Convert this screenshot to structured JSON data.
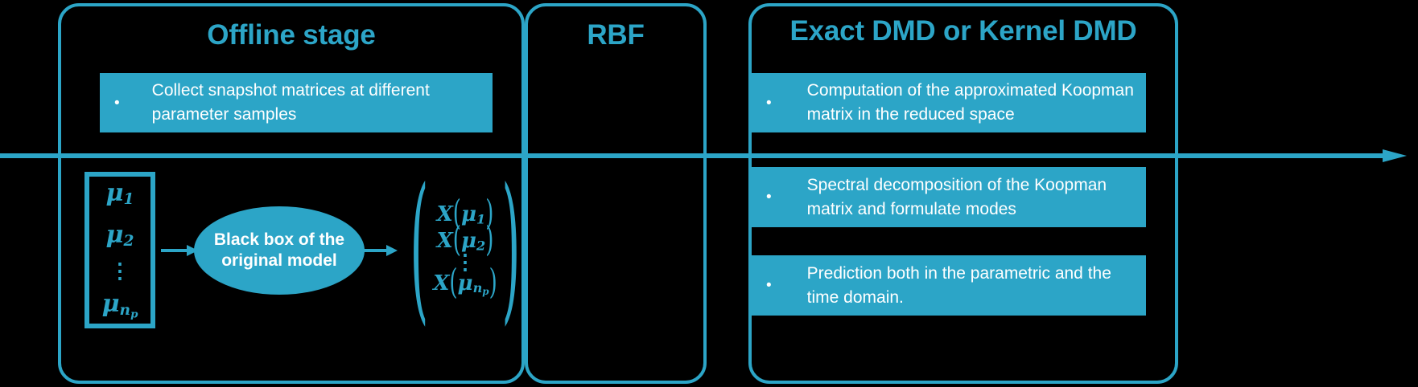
{
  "theme": {
    "background": "#000000",
    "accent": "#2ca5c7",
    "text_on_accent": "#ffffff"
  },
  "timeline": {
    "name": "stage-timeline-arrow",
    "direction": "left-to-right"
  },
  "panels": [
    {
      "id": "offline",
      "title": "Offline stage",
      "bullets": [
        "Collect snapshot matrices at different parameter samples"
      ]
    },
    {
      "id": "rbf",
      "title": "RBF",
      "bullets": []
    },
    {
      "id": "dmd",
      "title": "Exact DMD or Kernel DMD",
      "bullets": [
        "Computation of the approximated Koopman matrix in the reduced space",
        "Spectral decomposition of the Koopman matrix and formulate modes",
        "Prediction both in the parametric and the time domain."
      ]
    }
  ],
  "bullet_marker": "•",
  "pipeline": {
    "parameter_vector": {
      "label": "parameter-sample-vector",
      "entries": [
        "μ",
        "μ",
        "⋮",
        "μ"
      ],
      "subscripts": [
        "1",
        "2",
        "",
        "n"
      ],
      "sub_subscripts": [
        "",
        "",
        "",
        "p"
      ],
      "vdots": "⋮"
    },
    "black_box": {
      "label": "Black box of the original model"
    },
    "snapshot_matrix": {
      "label": "snapshot-matrix-vector",
      "open_paren": "(",
      "close_paren": ")",
      "rows": [
        {
          "fn": "X",
          "arg": "μ",
          "sub": "1",
          "subsub": ""
        },
        {
          "fn": "X",
          "arg": "μ",
          "sub": "2",
          "subsub": ""
        },
        {
          "fn": "⋮",
          "arg": "",
          "sub": "",
          "subsub": ""
        },
        {
          "fn": "X",
          "arg": "μ",
          "sub": "n",
          "subsub": "p"
        }
      ]
    },
    "arrows": [
      "arrow-to-black-box",
      "arrow-to-snapshot-matrix"
    ]
  }
}
